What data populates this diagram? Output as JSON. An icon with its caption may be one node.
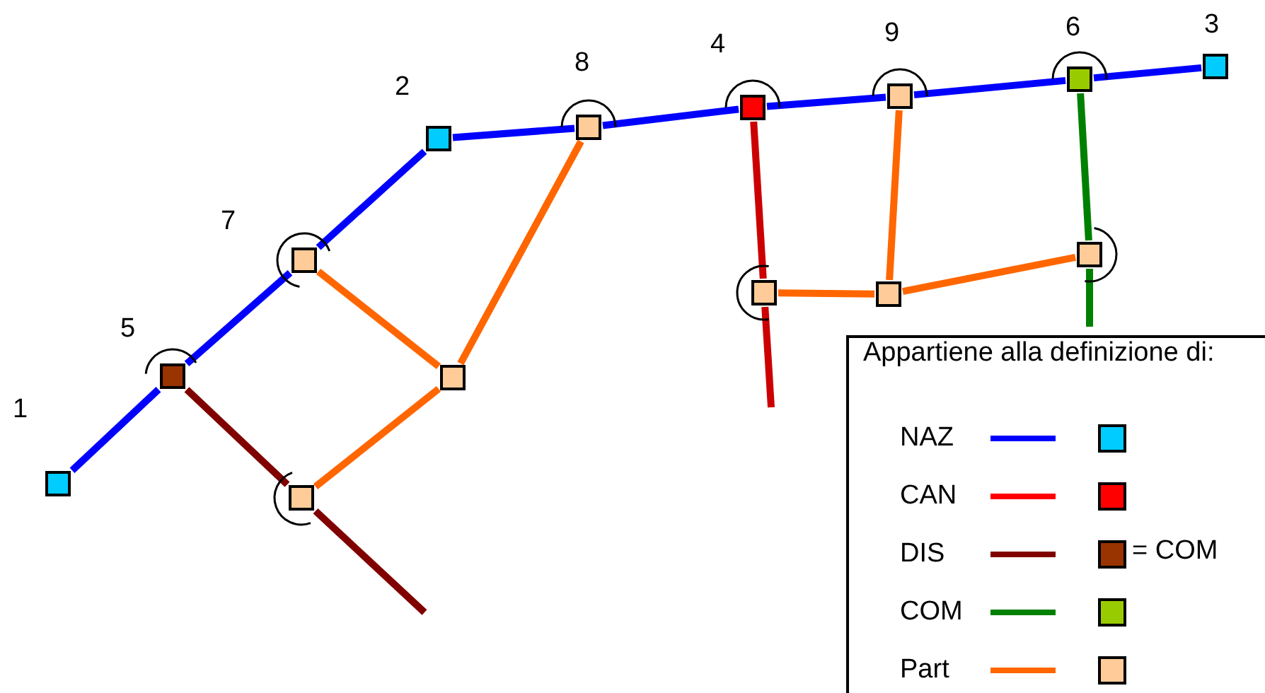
{
  "diagram": {
    "nodes": [
      {
        "text": [],
        "shape": "box",
        "beside": [
          "1"
        ]
      },
      {
        "text": [],
        "shape": "box",
        "beside": [
          "2"
        ]
      },
      {
        "text": [],
        "shape": "box",
        "beside": [
          "3"
        ]
      },
      {
        "text": [],
        "shape": "box",
        "beside": [
          "4"
        ]
      },
      {
        "text": [],
        "shape": "box",
        "beside": [
          "5"
        ]
      },
      {
        "text": [],
        "shape": "box",
        "beside": [
          "6"
        ]
      },
      {
        "text": [],
        "shape": "box",
        "beside": [
          "7"
        ]
      },
      {
        "text": [],
        "shape": "box",
        "beside": [
          "8"
        ]
      },
      {
        "text": [],
        "shape": "box",
        "beside": [
          "9"
        ]
      },
      {
        "text": [],
        "shape": "box"
      },
      {
        "text": [],
        "shape": "box"
      },
      {
        "text": [],
        "shape": "box"
      },
      {
        "text": [],
        "shape": "box"
      },
      {
        "text": [],
        "shape": "box"
      }
    ],
    "edges": [
      {
        "from": 0,
        "to": 4,
        "arrow": "none"
      },
      {
        "from": 4,
        "to": 6,
        "arrow": "none"
      },
      {
        "from": 6,
        "to": 1,
        "arrow": "none"
      },
      {
        "from": 1,
        "to": 7,
        "arrow": "none"
      },
      {
        "from": 7,
        "to": 3,
        "arrow": "none"
      },
      {
        "from": 3,
        "to": 8,
        "arrow": "none"
      },
      {
        "from": 8,
        "to": 5,
        "arrow": "none"
      },
      {
        "from": 5,
        "to": 2,
        "arrow": "none"
      },
      {
        "from": 6,
        "to": 9,
        "arrow": "none",
        "color": "#ff6600"
      },
      {
        "from": 9,
        "to": 7,
        "arrow": "none",
        "color": "#ff6600"
      },
      {
        "from": 9,
        "to": 10,
        "arrow": "none",
        "color": "#ff6600"
      },
      {
        "from": 3,
        "to": 11,
        "arrow": "none",
        "color": "#cc0000"
      },
      {
        "from": 11,
        "to": null,
        "arrow": "none",
        "color": "#cc0000"
      },
      {
        "from": 4,
        "to": 10,
        "arrow": "none",
        "color": "#800000"
      },
      {
        "from": 10,
        "to": null,
        "arrow": "none",
        "color": "#800000"
      },
      {
        "from": 8,
        "to": 12,
        "arrow": "none",
        "color": "#ff6600"
      },
      {
        "from": 11,
        "to": 12,
        "arrow": "none",
        "color": "#ff6600"
      },
      {
        "from": 12,
        "to": 13,
        "arrow": "none",
        "color": "#ff6600"
      },
      {
        "from": 5,
        "to": 13,
        "arrow": "none",
        "color": "#008000"
      },
      {
        "from": 13,
        "to": null,
        "arrow": "none",
        "color": "#008000"
      }
    ],
    "labels": [
      "Appartiene alla definizione di:",
      "= COM"
    ],
    "legend": [
      {
        "text": "NAZ",
        "color": "#00ccff"
      },
      {
        "text": "CAN",
        "color": "#ff0000"
      },
      {
        "text": "DIS",
        "color": "#993300"
      },
      {
        "text": "COM",
        "color": "#99cc00"
      },
      {
        "text": "Part",
        "color": "#ffcc99"
      }
    ]
  }
}
